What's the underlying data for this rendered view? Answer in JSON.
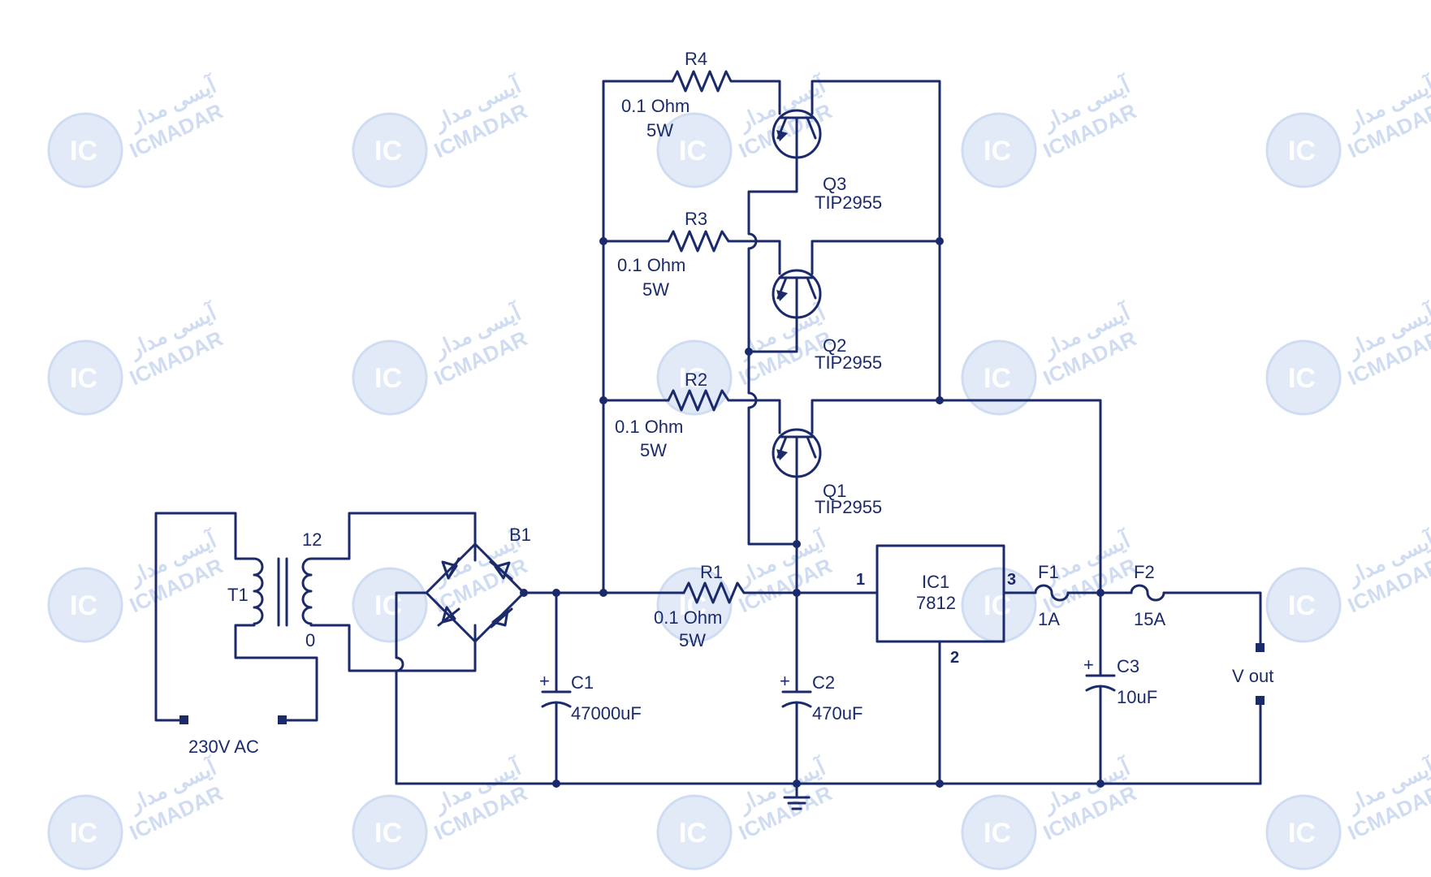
{
  "watermark": {
    "logo_text": "IC",
    "brand": "ICMADAR",
    "brand_fa": "آیسی مدار"
  },
  "components": {
    "transformer": {
      "ref": "T1",
      "secondary_top": "12",
      "secondary_bottom": "0"
    },
    "ac_input": {
      "label": "230V AC"
    },
    "bridge": {
      "ref": "B1"
    },
    "c1": {
      "ref": "C1",
      "value": "47000uF",
      "polarity": "+"
    },
    "c2": {
      "ref": "C2",
      "value": "470uF",
      "polarity": "+"
    },
    "c3": {
      "ref": "C3",
      "value": "10uF",
      "polarity": "+"
    },
    "r1": {
      "ref": "R1",
      "value": "0.1 Ohm",
      "power": "5W"
    },
    "r2": {
      "ref": "R2",
      "value": "0.1 Ohm",
      "power": "5W"
    },
    "r3": {
      "ref": "R3",
      "value": "0.1 Ohm",
      "power": "5W"
    },
    "r4": {
      "ref": "R4",
      "value": "0.1 Ohm",
      "power": "5W"
    },
    "q1": {
      "ref": "Q1",
      "part": "TIP2955"
    },
    "q2": {
      "ref": "Q2",
      "part": "TIP2955"
    },
    "q3": {
      "ref": "Q3",
      "part": "TIP2955"
    },
    "ic1": {
      "ref": "IC1",
      "part": "7812",
      "pin1": "1",
      "pin2": "2",
      "pin3": "3"
    },
    "f1": {
      "ref": "F1",
      "rating": "1A"
    },
    "f2": {
      "ref": "F2",
      "rating": "15A"
    },
    "output": {
      "label": "V out"
    }
  }
}
